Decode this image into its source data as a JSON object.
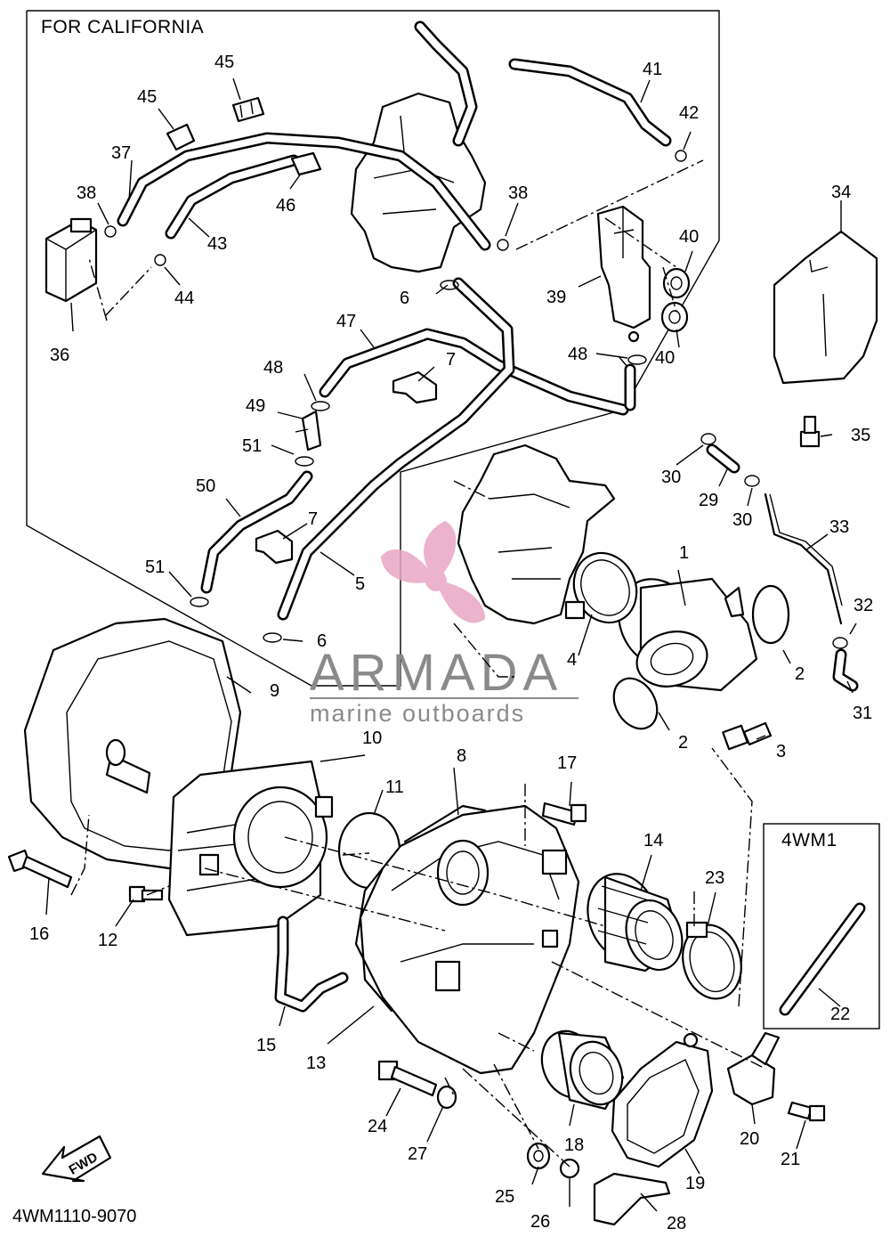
{
  "header": {
    "california_label": "FOR CALIFORNIA"
  },
  "inset": {
    "title": "4WM1"
  },
  "footer": {
    "diagram_code": "4WM1110-9070",
    "fwd_label": "FWD"
  },
  "watermark": {
    "brand": "ARMADA",
    "tagline": "marine outboards",
    "logo_color": "#e8a6c4",
    "text_color": "#8a8a8a"
  },
  "callouts": [
    "1",
    "2",
    "2",
    "3",
    "4",
    "5",
    "6",
    "6",
    "7",
    "7",
    "8",
    "9",
    "10",
    "11",
    "12",
    "13",
    "14",
    "15",
    "16",
    "17",
    "18",
    "19",
    "20",
    "21",
    "22",
    "23",
    "24",
    "25",
    "26",
    "27",
    "28",
    "29",
    "30",
    "30",
    "31",
    "32",
    "33",
    "34",
    "35",
    "36",
    "37",
    "38",
    "38",
    "39",
    "40",
    "40",
    "41",
    "42",
    "43",
    "44",
    "45",
    "45",
    "46",
    "47",
    "48",
    "48",
    "49",
    "50",
    "51",
    "51"
  ]
}
